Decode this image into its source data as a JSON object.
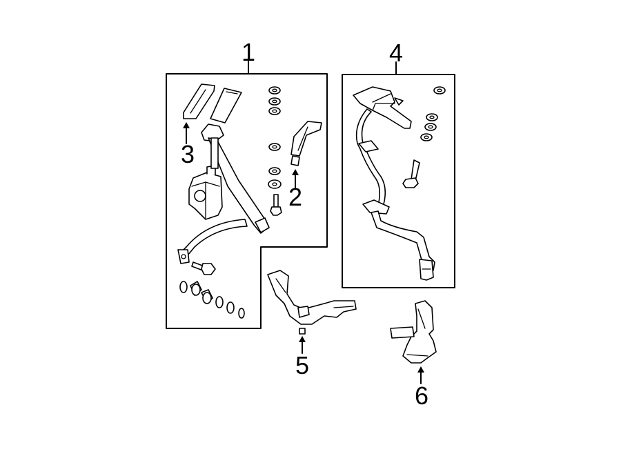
{
  "callouts": {
    "c1": "1",
    "c2": "2",
    "c3": "3",
    "c4": "4",
    "c5": "5",
    "c6": "6"
  },
  "icons": {
    "arrow": "arrow-up-icon"
  }
}
